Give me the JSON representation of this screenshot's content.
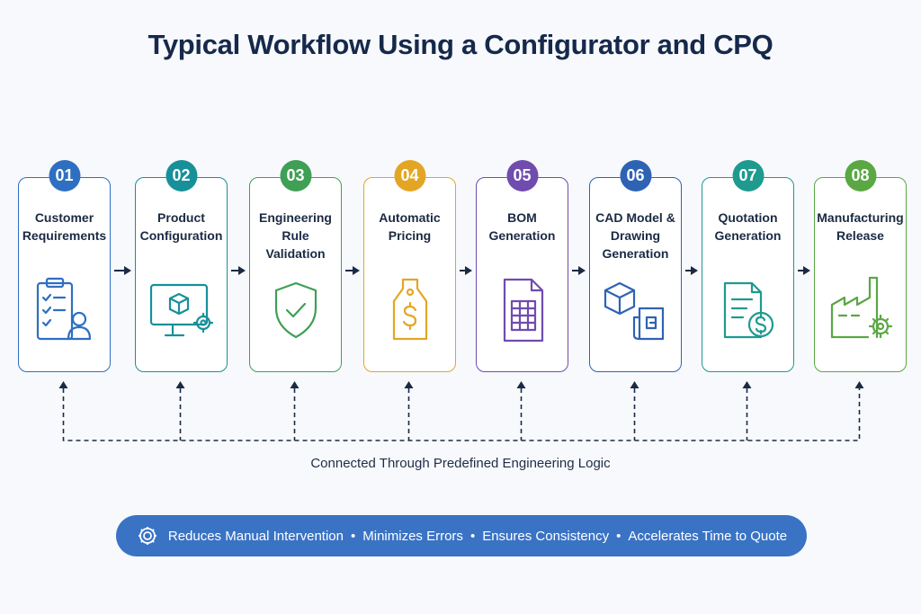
{
  "title": "Typical Workflow Using a Configurator and CPQ",
  "steps": [
    {
      "number": "01",
      "label": "Customer Requirements",
      "color": "#2f6fc2",
      "icon": "clipboard-user-icon"
    },
    {
      "number": "02",
      "label": "Product Configuration",
      "color": "#17909a",
      "icon": "monitor-cube-gear-icon"
    },
    {
      "number": "03",
      "label": "Engineering Rule Validation",
      "color": "#3f9f55",
      "icon": "shield-check-icon"
    },
    {
      "number": "04",
      "label": "Automatic Pricing",
      "color": "#e3a624",
      "icon": "price-tag-icon"
    },
    {
      "number": "05",
      "label": "BOM Generation",
      "color": "#6f4cae",
      "icon": "spreadsheet-icon"
    },
    {
      "number": "06",
      "label": "CAD Model & Drawing Generation",
      "color": "#2e63b4",
      "icon": "cube-drawing-icon"
    },
    {
      "number": "07",
      "label": "Quotation Generation",
      "color": "#1e9a8f",
      "icon": "quote-document-icon"
    },
    {
      "number": "08",
      "label": "Manufacturing Release",
      "color": "#5aa743",
      "icon": "factory-gear-icon"
    }
  ],
  "caption": "Connected Through Predefined Engineering Logic",
  "banner": {
    "icon": "gear-icon",
    "items": [
      "Reduces Manual Intervention",
      "Minimizes Errors",
      "Ensures Consistency",
      "Accelerates Time to Quote"
    ],
    "color": "#3a73c4"
  }
}
